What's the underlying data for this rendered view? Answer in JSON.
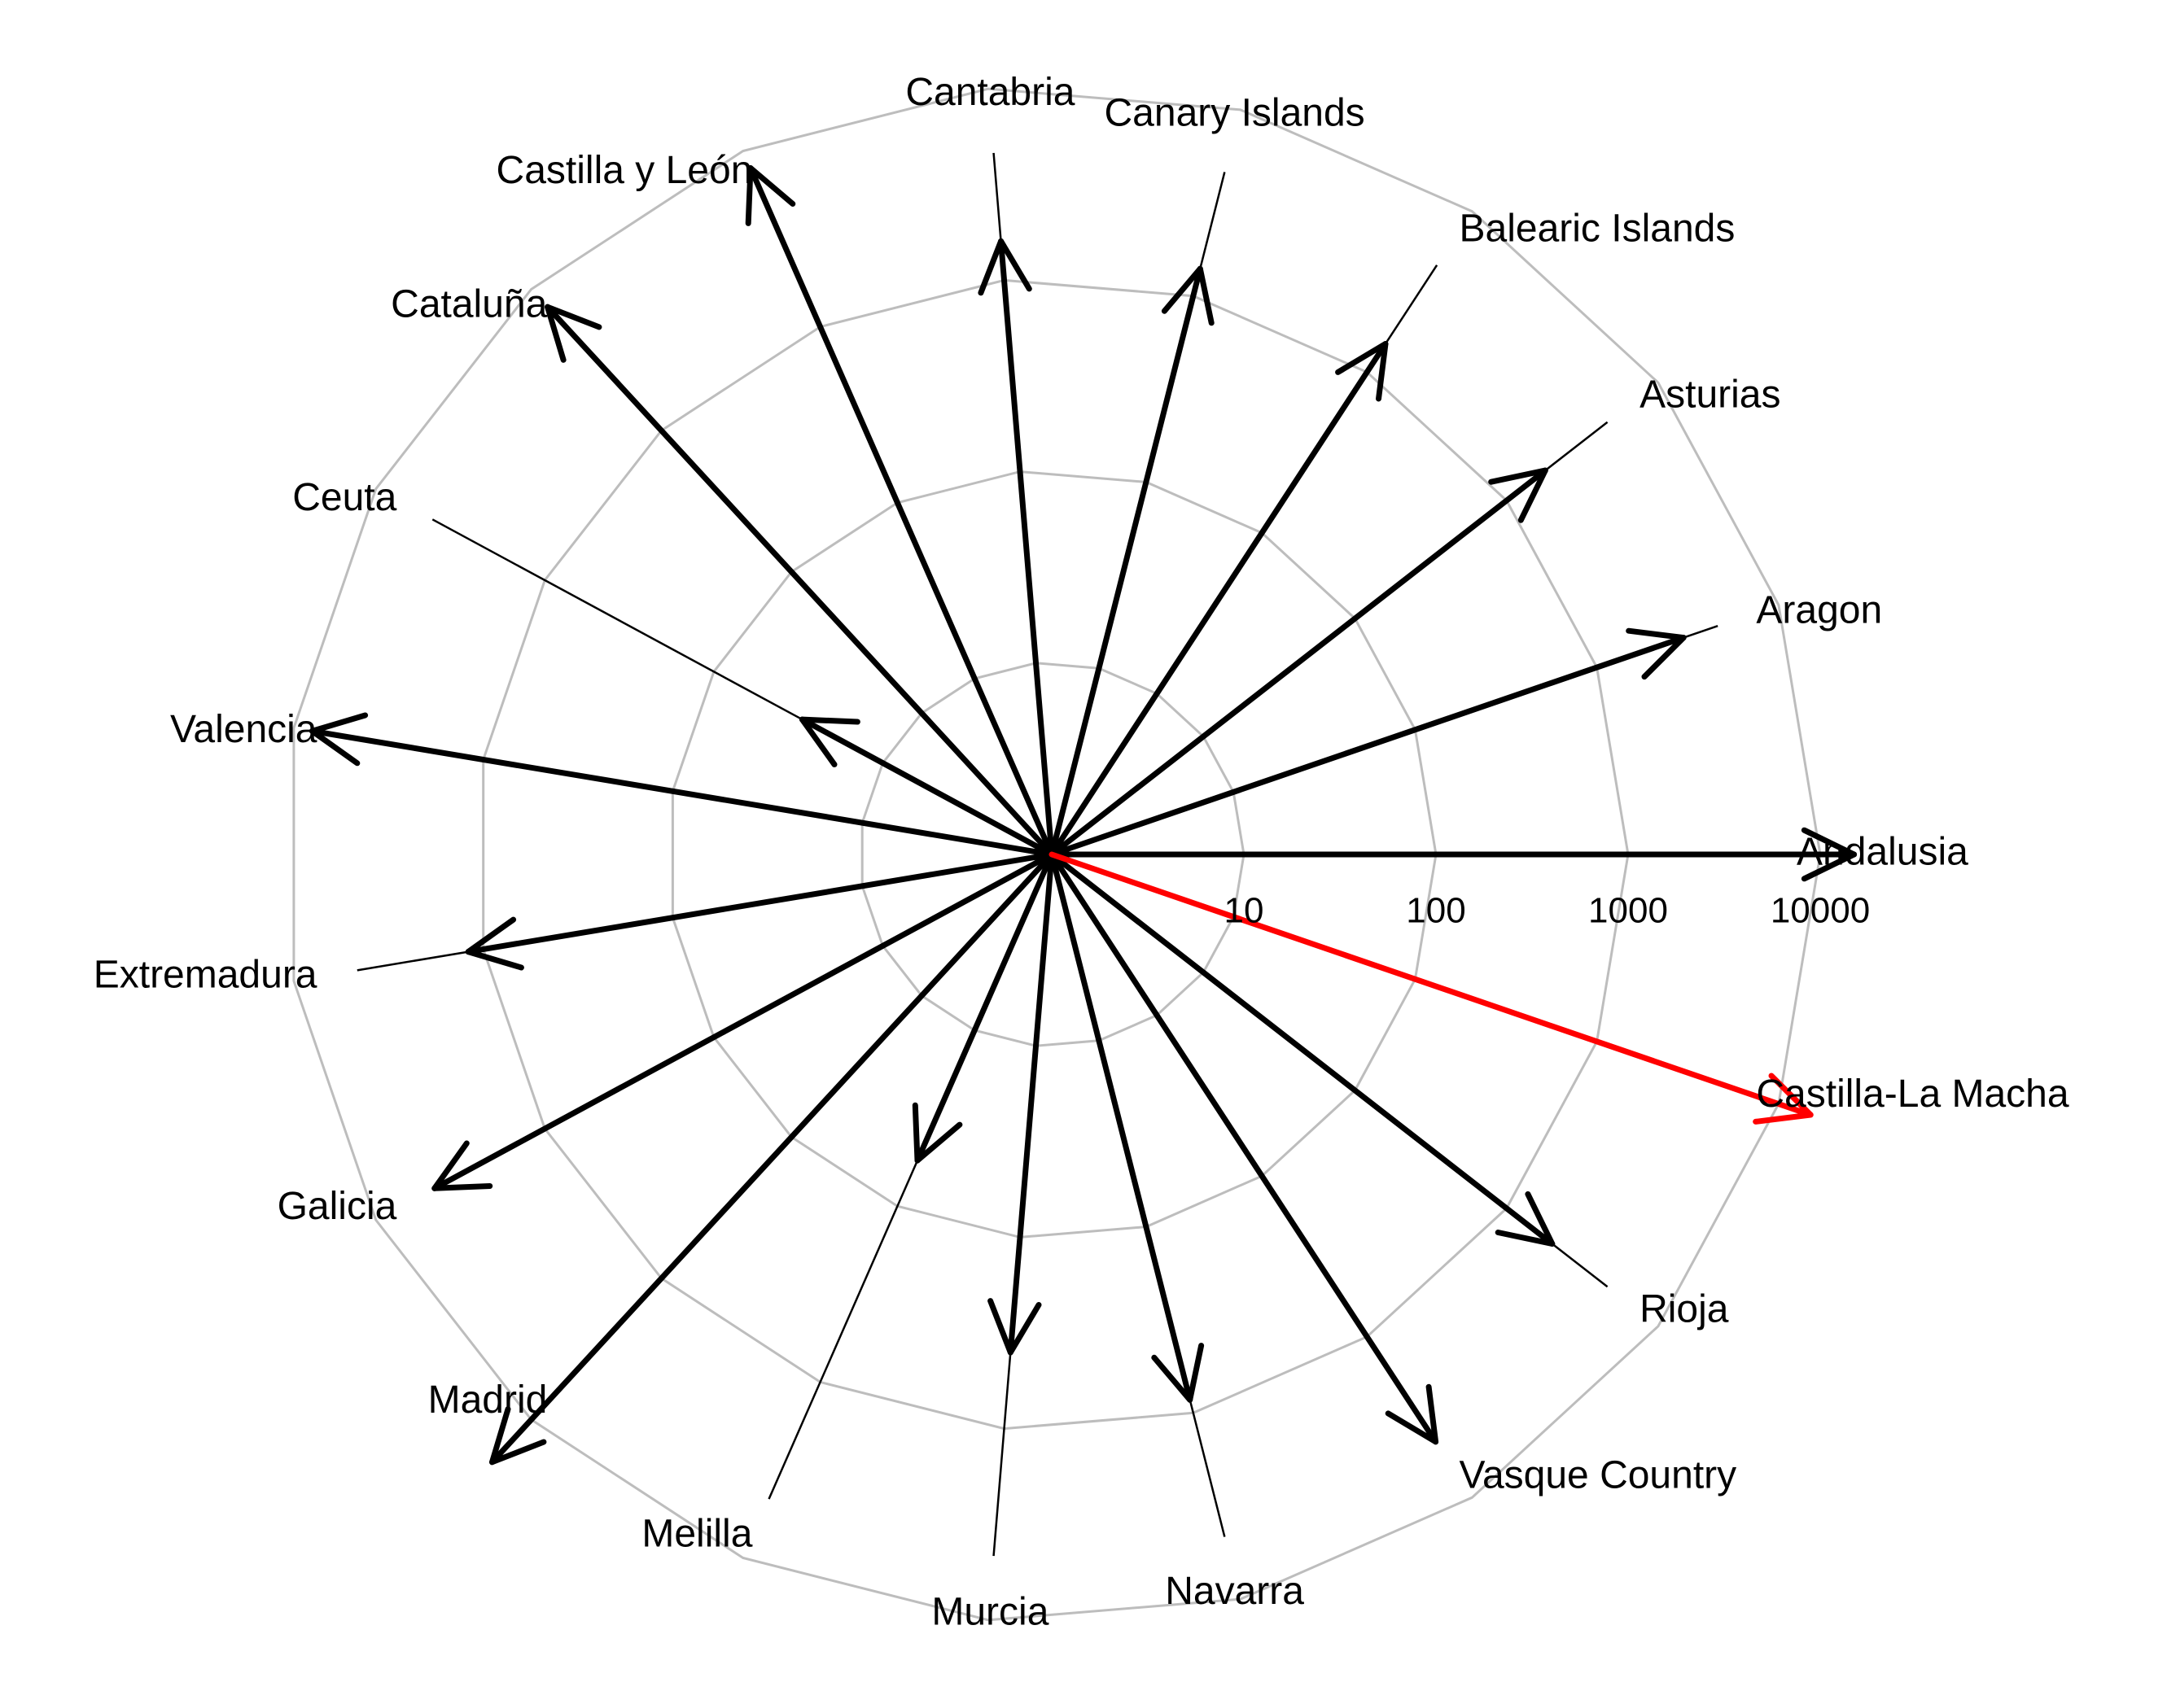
{
  "chart_data": {
    "type": "radial-arrow",
    "scale": "log10",
    "rings": [
      10,
      100,
      1000,
      10000
    ],
    "tick_labels": [
      "10",
      "100",
      "1000",
      "10000"
    ],
    "colors": {
      "default": "#000000",
      "highlight": "#ff0000",
      "grid": "#bdbdbd"
    },
    "highlight": "Castilla-La Macha",
    "regions": [
      {
        "name": "Andalusia",
        "value": 15000
      },
      {
        "name": "Aragon",
        "value": 3000
      },
      {
        "name": "Asturias",
        "value": 1800
      },
      {
        "name": "Balearic Islands",
        "value": 1500
      },
      {
        "name": "Canary Islands",
        "value": 1400
      },
      {
        "name": "Cantabria",
        "value": 1600
      },
      {
        "name": "Castilla y León",
        "value": 8000
      },
      {
        "name": "Cataluña",
        "value": 7500
      },
      {
        "name": "Ceuta",
        "value": 30
      },
      {
        "name": "Valencia",
        "value": 8000
      },
      {
        "name": "Extremadura",
        "value": 1200
      },
      {
        "name": "Galicia",
        "value": 4500
      },
      {
        "name": "Madrid",
        "value": 20000
      },
      {
        "name": "Melilla",
        "value": 55
      },
      {
        "name": "Murcia",
        "value": 400
      },
      {
        "name": "Navarra",
        "value": 850
      },
      {
        "name": "Vasque Country",
        "value": 4500
      },
      {
        "name": "Rioja",
        "value": 2000
      },
      {
        "name": "Castilla-La Macha",
        "value": 15000
      }
    ]
  }
}
